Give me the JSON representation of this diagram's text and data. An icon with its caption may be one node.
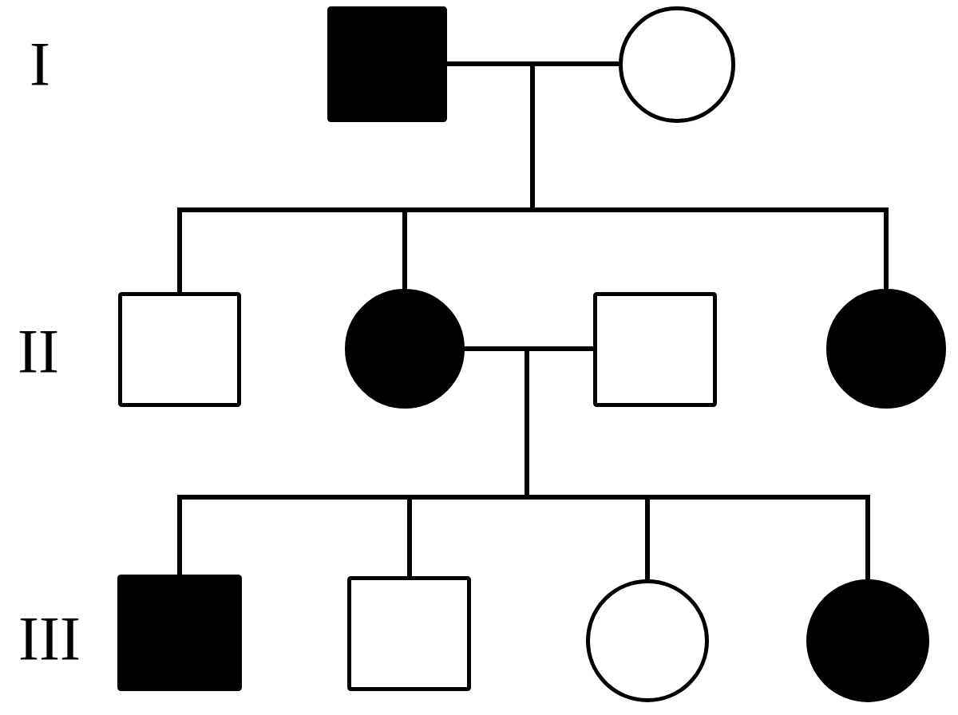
{
  "diagram": {
    "nodes": [
      {
        "text": [],
        "shape": "box"
      },
      {
        "text": [],
        "shape": "circle"
      },
      {
        "text": [],
        "shape": "box"
      },
      {
        "text": [],
        "shape": "circle"
      },
      {
        "text": [],
        "shape": "box"
      },
      {
        "text": [],
        "shape": "circle"
      },
      {
        "text": [],
        "shape": "box"
      },
      {
        "text": [],
        "shape": "box"
      },
      {
        "text": [],
        "shape": "circle"
      },
      {
        "text": [],
        "shape": "circle"
      }
    ],
    "edges": [
      {
        "from": 0,
        "to": 1,
        "arrow": "none"
      },
      {
        "from": 0,
        "to": 2,
        "arrow": "none"
      },
      {
        "from": 1,
        "to": 2,
        "arrow": "none"
      },
      {
        "from": 0,
        "to": 3,
        "arrow": "none"
      },
      {
        "from": 1,
        "to": 3,
        "arrow": "none"
      },
      {
        "from": 0,
        "to": 5,
        "arrow": "none"
      },
      {
        "from": 1,
        "to": 5,
        "arrow": "none"
      },
      {
        "from": 3,
        "to": 4,
        "arrow": "none"
      },
      {
        "from": 3,
        "to": 6,
        "arrow": "none"
      },
      {
        "from": 4,
        "to": 6,
        "arrow": "none"
      },
      {
        "from": 3,
        "to": 7,
        "arrow": "none"
      },
      {
        "from": 4,
        "to": 7,
        "arrow": "none"
      },
      {
        "from": 3,
        "to": 8,
        "arrow": "none"
      },
      {
        "from": 4,
        "to": 8,
        "arrow": "none"
      },
      {
        "from": 3,
        "to": 9,
        "arrow": "none"
      },
      {
        "from": 4,
        "to": 9,
        "arrow": "none"
      }
    ],
    "labels": [
      "I",
      "II",
      "III"
    ]
  }
}
